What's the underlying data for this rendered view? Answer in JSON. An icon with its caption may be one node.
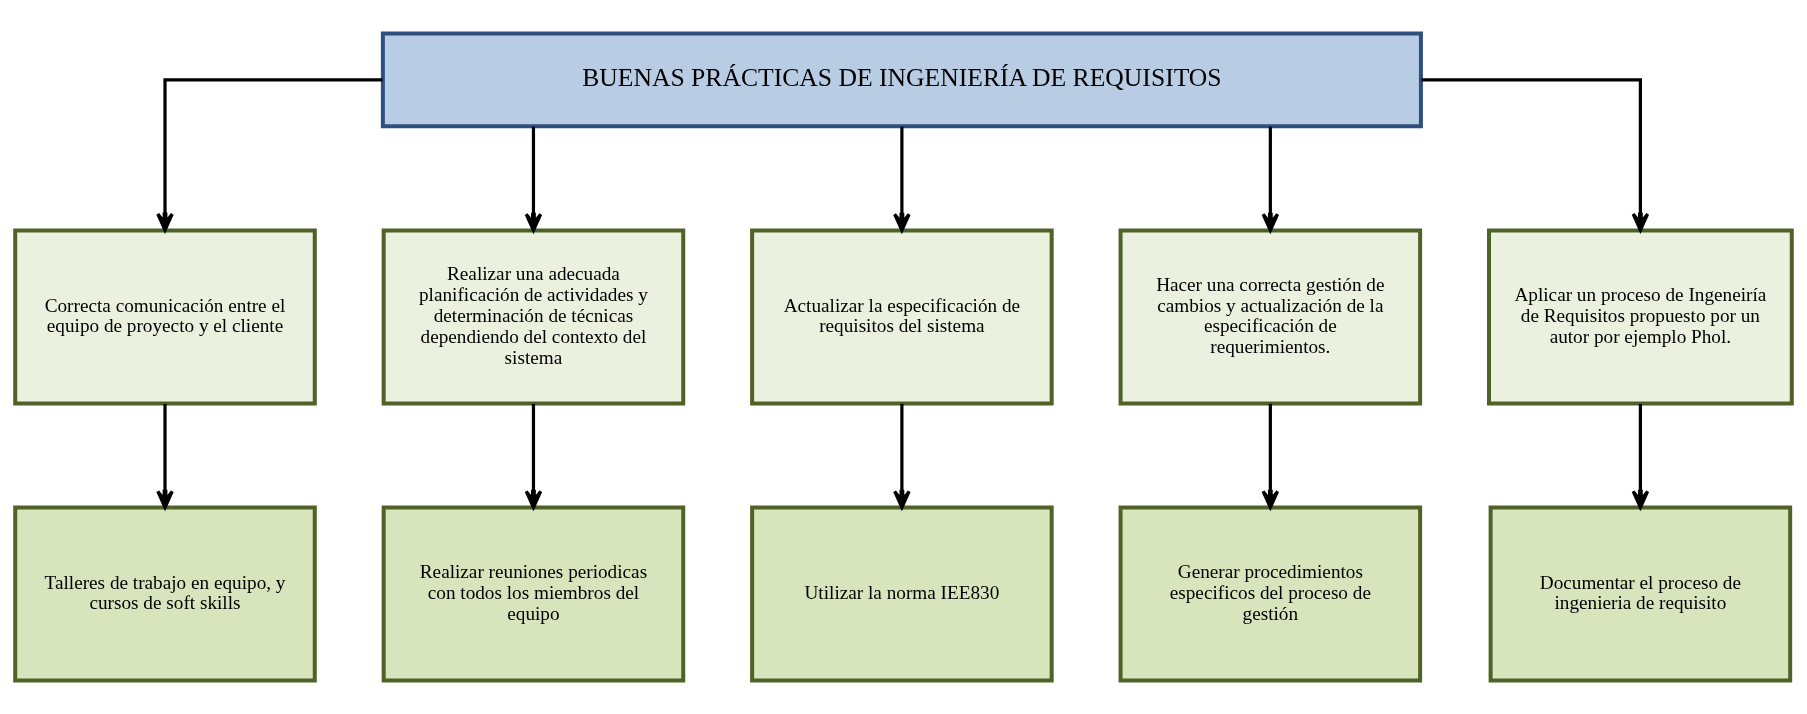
{
  "diagram": {
    "nodes": [
      {
        "text": [
          "BUENAS PRÁCTICAS DE INGENIERÍA DE REQUISITOS"
        ]
      },
      {
        "text": [
          "Correcta comunicación entre el equipo de proyecto y el cliente"
        ]
      },
      {
        "text": [
          "Realizar una adecuada planificación de actividades y determinación de técnicas dependiendo del contexto del sistema"
        ]
      },
      {
        "text": [
          "Actualizar la especificación de requisitos del sistema"
        ]
      },
      {
        "text": [
          "Hacer una correcta gestión de cambios y actualización de la especificación de requerimientos."
        ]
      },
      {
        "text": [
          "Aplicar un proceso de Ingeneiría de Requisitos propuesto por un autor por ejemplo Phol."
        ]
      },
      {
        "text": [
          "Talleres de trabajo en equipo, y cursos de soft skills"
        ]
      },
      {
        "text": [
          "Realizar reuniones periodicas con todos los miembros del equipo"
        ]
      },
      {
        "text": [
          "Utilizar la norma IEE830"
        ]
      },
      {
        "text": [
          "Generar procedimientos especificos del proceso de gestión"
        ]
      },
      {
        "text": [
          "Documentar el proceso de ingenieria de requisito"
        ]
      }
    ],
    "edges": [
      {
        "from": 0,
        "to": 1,
        "arrow": "to"
      },
      {
        "from": 0,
        "to": 2,
        "arrow": "to"
      },
      {
        "from": 0,
        "to": 3,
        "arrow": "to"
      },
      {
        "from": 0,
        "to": 4,
        "arrow": "to"
      },
      {
        "from": 0,
        "to": 5,
        "arrow": "to"
      },
      {
        "from": 1,
        "to": 6,
        "arrow": "to"
      },
      {
        "from": 2,
        "to": 7,
        "arrow": "to"
      },
      {
        "from": 3,
        "to": 8,
        "arrow": "to"
      },
      {
        "from": 4,
        "to": 9,
        "arrow": "to"
      },
      {
        "from": 5,
        "to": 10,
        "arrow": "to"
      }
    ]
  }
}
